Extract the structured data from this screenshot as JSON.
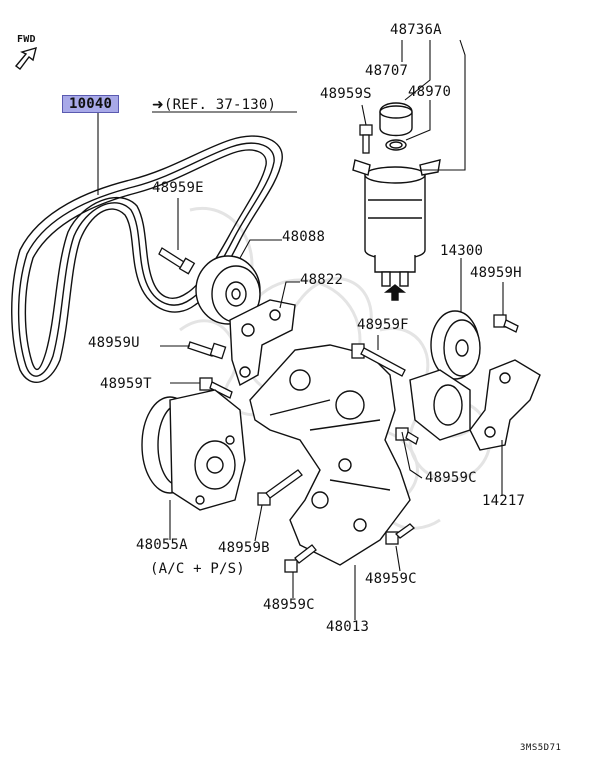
{
  "direction": {
    "fwd": "FWD"
  },
  "reference": {
    "arrow": "➜",
    "text": "(REF. 37-130)"
  },
  "parts": {
    "p10040": "10040",
    "p48736A": "48736A",
    "p48707": "48707",
    "p48970": "48970",
    "p48959S": "48959S",
    "p48959E": "48959E",
    "p48088": "48088",
    "p48822": "48822",
    "p14300": "14300",
    "p48959H": "48959H",
    "p48959F": "48959F",
    "p48959U": "48959U",
    "p48959T": "48959T",
    "p48959C_right": "48959C",
    "p14217": "14217",
    "p48055A": "48055A",
    "p48959B": "48959B",
    "p48959C_mid": "48959C",
    "p48959C_bottom": "48959C",
    "p48013": "48013"
  },
  "notes": {
    "ac_ps": "(A/C + P/S)"
  },
  "diagram_code": "3MS5D71",
  "colors": {
    "highlight": "#a8a9e8",
    "line": "#111111",
    "watermark": "#e6e6e6"
  }
}
